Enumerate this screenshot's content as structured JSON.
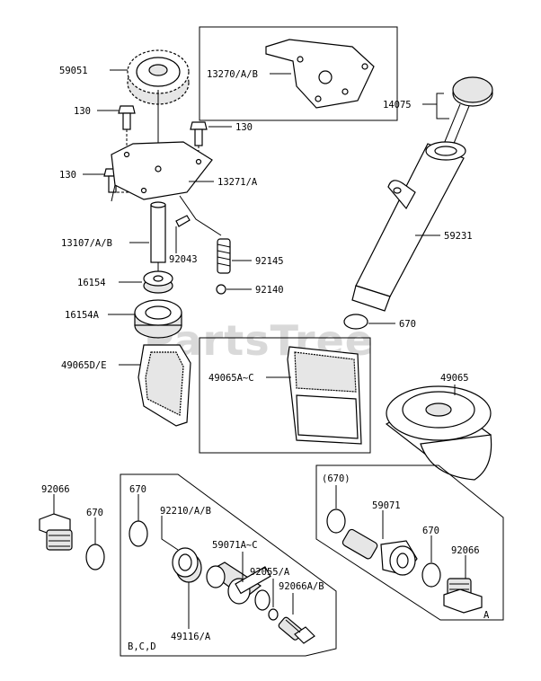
{
  "watermark": "PartsTree",
  "labels": {
    "l59051": "59051",
    "l130a": "130",
    "l130b": "130",
    "l130c": "130",
    "l13270": "13270/A/B",
    "l14075": "14075",
    "l13271": "13271/A",
    "l59231": "59231",
    "l13107": "13107/A/B",
    "l92043": "92043",
    "l92145": "92145",
    "l16154": "16154",
    "l92140": "92140",
    "l16154a": "16154A",
    "l670a": "670",
    "l49065de": "49065D/E",
    "l49065ac": "49065A~C",
    "l49065": "49065",
    "l92066a": "92066",
    "l670b": "670",
    "l670c": "670",
    "l92210": "92210/A/B",
    "l59071ac": "59071A~C",
    "l92055": "92055/A",
    "l92066ab": "92066A/B",
    "l49116": "49116/A",
    "lbcd": "B,C,D",
    "l670paren": "(670)",
    "l59071": "59071",
    "l670d": "670",
    "l92066b": "92066",
    "lA": "A"
  }
}
